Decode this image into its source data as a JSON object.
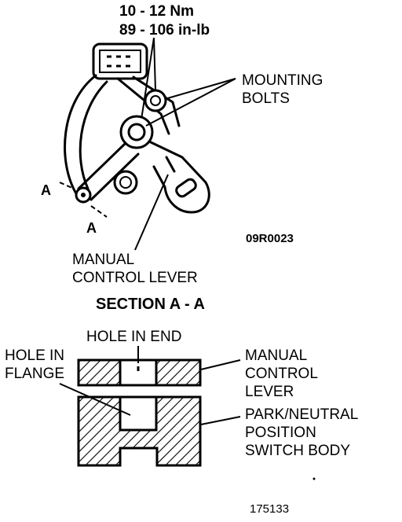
{
  "torque": {
    "metric": "10 - 12 Nm",
    "imperial": "89 - 106 in-lb"
  },
  "labels": {
    "mounting_bolts_line1": "MOUNTING",
    "mounting_bolts_line2": "BOLTS",
    "section_a_left": "A",
    "section_a_bottom": "A",
    "figure_code": "09R0023",
    "manual_control_lever_line1": "MANUAL",
    "manual_control_lever_line2": "CONTROL LEVER",
    "section_title": "SECTION A - A",
    "hole_in_end": "HOLE IN END",
    "hole_in_flange_line1": "HOLE IN",
    "hole_in_flange_line2": "FLANGE",
    "lever_line1": "MANUAL",
    "lever_line2": "CONTROL",
    "lever_line3": "LEVER",
    "switch_line1": "PARK/NEUTRAL",
    "switch_line2": "POSITION",
    "switch_line3": "SWITCH BODY",
    "bottom_code": "175133"
  }
}
